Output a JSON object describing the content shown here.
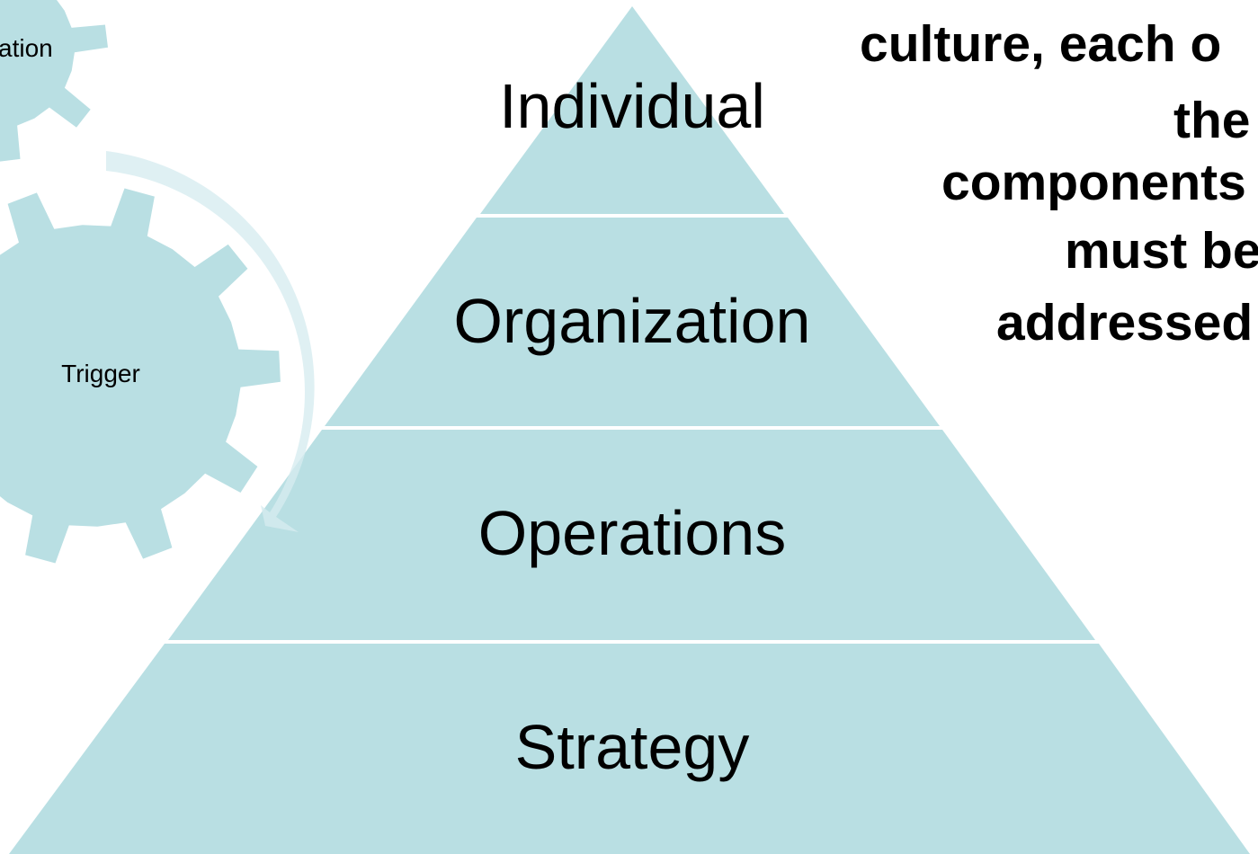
{
  "colors": {
    "pyramid_fill": "#b9dfe3",
    "gear_fill": "#b9dfe3",
    "arrow_fill": "#d6ecef",
    "divider": "#ffffff",
    "background": "#ffffff"
  },
  "pyramid": {
    "tiers": [
      {
        "label": "Individual"
      },
      {
        "label": "Organization"
      },
      {
        "label": "Operations"
      },
      {
        "label": "Strategy"
      }
    ]
  },
  "gears": [
    {
      "label": "ation",
      "icon": "gear-icon"
    },
    {
      "label": "Trigger",
      "icon": "gear-icon"
    }
  ],
  "cycle_arrow": {
    "icon": "curved-arrow-icon"
  },
  "side_text": {
    "lines": [
      "culture, each o",
      "the",
      "components",
      "must be",
      "addressed"
    ]
  }
}
